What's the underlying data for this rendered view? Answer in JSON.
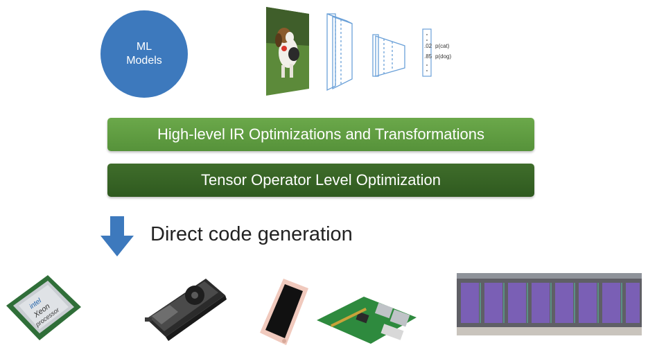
{
  "ml_models": {
    "line1": "ML",
    "line2": "Models"
  },
  "network": {
    "values": [
      ".02",
      ".85"
    ],
    "labels": [
      "p(cat)",
      "p(dog)"
    ]
  },
  "bars": {
    "high_level": "High-level IR Optimizations and Transformations",
    "tensor": "Tensor Operator Level Optimization"
  },
  "codegen": {
    "label": "Direct code generation"
  },
  "hardware": {
    "cpu_brand": "intel",
    "cpu_model": "Xeon",
    "cpu_sub": "processor"
  },
  "colors": {
    "circle": "#3d79bd",
    "bar_high": "#5e9b40",
    "bar_tensor": "#355f24",
    "arrow": "#3d79bd"
  }
}
